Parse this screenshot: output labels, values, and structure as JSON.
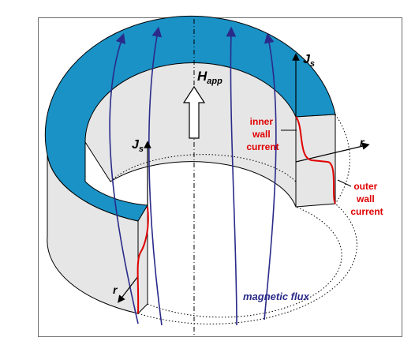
{
  "labels": {
    "h_app_main": "H",
    "h_app_sub": "app",
    "js_main": "J",
    "js_sub": "s",
    "r": "r",
    "inner_wall_current": [
      "inner",
      "wall",
      "current"
    ],
    "outer_wall_current": [
      "outer",
      "wall",
      "current"
    ],
    "magnetic_flux": "magnetic flux"
  },
  "colors": {
    "ring_top": "#1a92c6",
    "wall_fill": "#e6e6e6",
    "current_curve": "#e00000",
    "flux_lines": "#2a2a8a",
    "label_red": "#e00000"
  }
}
